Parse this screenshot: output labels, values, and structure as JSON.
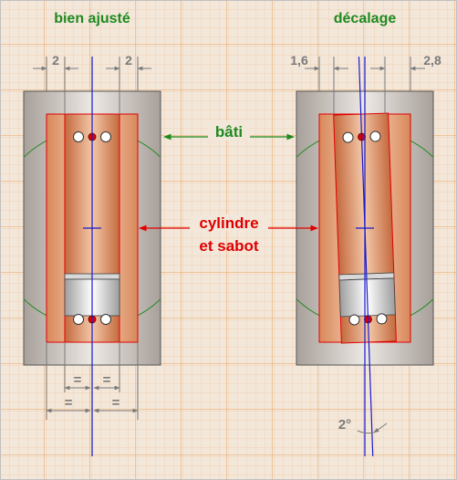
{
  "titles": {
    "left": "bien ajusté",
    "right": "décalage"
  },
  "labels": {
    "bati": "bâti",
    "cylindre_line1": "cylindre",
    "cylindre_line2": "et sabot",
    "dim_left_a": "2",
    "dim_left_b": "2",
    "dim_right_a": "1,6",
    "dim_right_b": "2,8",
    "equal_1": "=",
    "equal_2": "=",
    "equal_3": "=",
    "equal_4": "=",
    "angle": "2°"
  },
  "colors": {
    "paper": "#f3e7da",
    "grid_minor": "#f0c9a3",
    "grid_major": "#e8a35f",
    "title_green": "#1f8a1f",
    "arrow_green": "#1f8a1f",
    "arrow_red": "#e00000",
    "label_red": "#e00000",
    "dim_gray": "#7a7a7a",
    "axis_blue": "#1a1acc"
  }
}
